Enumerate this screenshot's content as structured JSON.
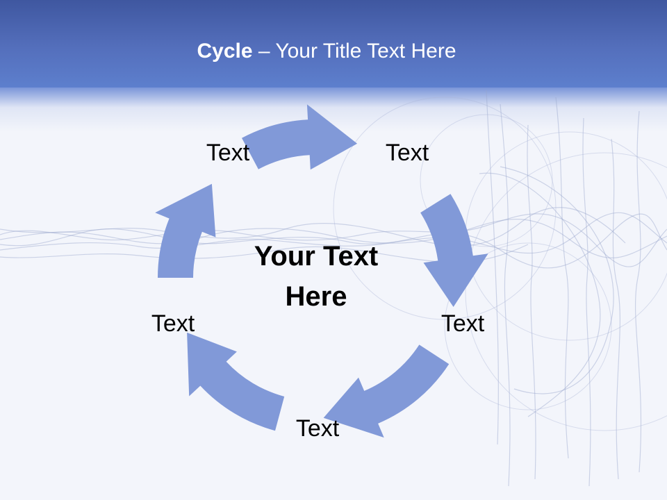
{
  "title": {
    "bold_part": "Cycle",
    "rest_part": " – Your Title Text Here"
  },
  "diagram": {
    "center_line1": "Your Text",
    "center_line2": "Here",
    "nodes": [
      "Text",
      "Text",
      "Text",
      "Text",
      "Text"
    ]
  },
  "colors": {
    "header_top": "#3f57a0",
    "header_bottom": "#5c7fcc",
    "arrow_fill": "#8199d8",
    "background": "#f3f5fb",
    "swirl": "#9aa6cc"
  }
}
